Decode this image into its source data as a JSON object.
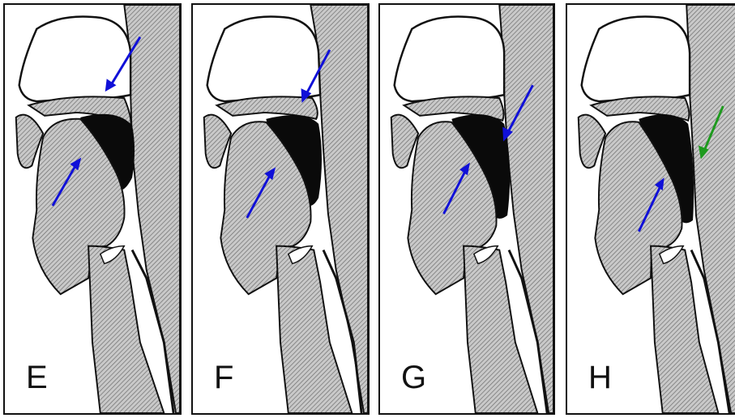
{
  "figure": {
    "panels": [
      {
        "label": "E",
        "arrows": [
          "blue",
          "blue"
        ]
      },
      {
        "label": "F",
        "arrows": [
          "blue",
          "blue"
        ]
      },
      {
        "label": "G",
        "arrows": [
          "blue",
          "blue"
        ]
      },
      {
        "label": "H",
        "arrows": [
          "blue",
          "green"
        ]
      }
    ],
    "colors": {
      "hatch": "#9a9a9a",
      "outline": "#111111",
      "airway": "#0a0a0a",
      "arrow_blue": "#1010d8",
      "arrow_green": "#1e9a1e"
    }
  }
}
